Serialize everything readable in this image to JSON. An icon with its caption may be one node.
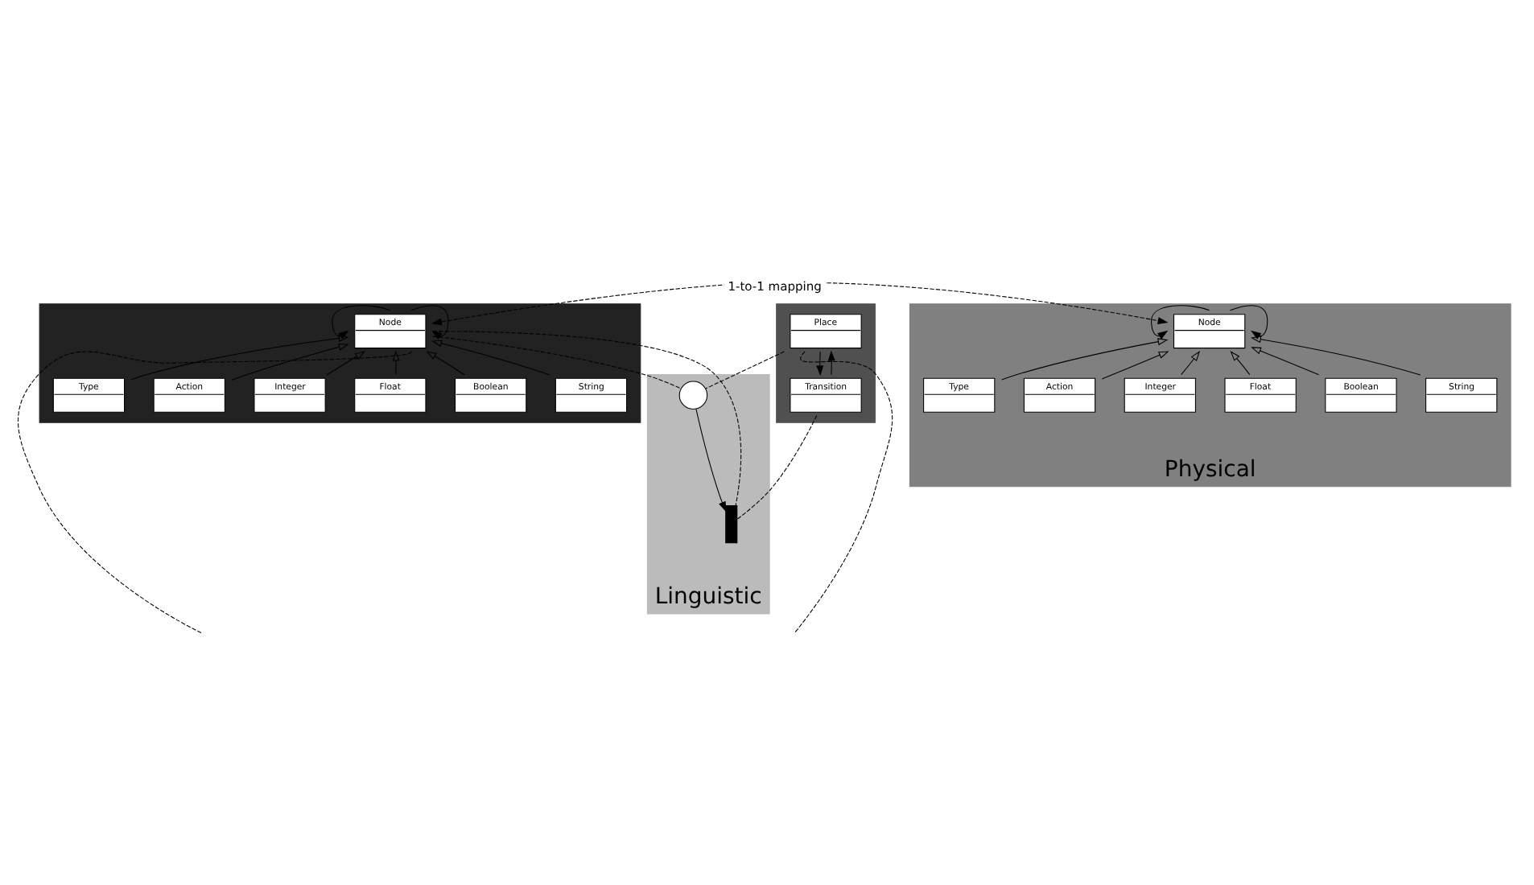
{
  "diagram": {
    "nodes": [
      {
        "text": [],
        "shape": "box"
      },
      {
        "text": [
          "Node"
        ],
        "in": 0
      },
      {
        "text": [
          "Type"
        ],
        "in": 0
      },
      {
        "text": [
          "Action"
        ],
        "in": 0
      },
      {
        "text": [
          "Integer"
        ],
        "in": 0
      },
      {
        "text": [
          "Float"
        ],
        "in": 0
      },
      {
        "text": [
          "Boolean"
        ],
        "in": 0
      },
      {
        "text": [
          "String"
        ],
        "in": 0
      },
      {
        "text": [],
        "shape": "box"
      },
      {
        "text": [
          "Place"
        ],
        "in": 8
      },
      {
        "text": [
          "Transition"
        ],
        "in": 8
      },
      {
        "text": [
          "Physical"
        ]
      },
      {
        "text": [
          "Node"
        ],
        "in": 11
      },
      {
        "text": [
          "Type"
        ],
        "in": 11
      },
      {
        "text": [
          "Action"
        ],
        "in": 11
      },
      {
        "text": [
          "Integer"
        ],
        "in": 11
      },
      {
        "text": [
          "Float"
        ],
        "in": 11
      },
      {
        "text": [
          "Boolean"
        ],
        "in": 11
      },
      {
        "text": [
          "String"
        ],
        "in": 11
      },
      {
        "text": [
          "Linguistic"
        ]
      },
      {
        "text": [],
        "shape": "circle",
        "in": 19
      },
      {
        "text": [],
        "shape": "bar",
        "in": 19
      }
    ],
    "edges": [
      {
        "from": 1,
        "to": 1,
        "arrow": "to"
      },
      {
        "from": 1,
        "to": 1,
        "arrow": "to"
      },
      {
        "from": 2,
        "to": 1,
        "arrow": "to"
      },
      {
        "from": 3,
        "to": 1,
        "arrow": "to"
      },
      {
        "from": 4,
        "to": 1,
        "arrow": "to"
      },
      {
        "from": 5,
        "to": 1,
        "arrow": "to"
      },
      {
        "from": 6,
        "to": 1,
        "arrow": "to"
      },
      {
        "from": 7,
        "to": 1,
        "arrow": "to"
      },
      {
        "from": 9,
        "to": 10,
        "arrow": "to"
      },
      {
        "from": 10,
        "to": 9,
        "arrow": "to"
      },
      {
        "from": 12,
        "to": 12,
        "arrow": "to"
      },
      {
        "from": 12,
        "to": 12,
        "arrow": "to"
      },
      {
        "from": 13,
        "to": 12,
        "arrow": "to"
      },
      {
        "from": 14,
        "to": 12,
        "arrow": "to"
      },
      {
        "from": 15,
        "to": 12,
        "arrow": "to"
      },
      {
        "from": 16,
        "to": 12,
        "arrow": "to"
      },
      {
        "from": 17,
        "to": 12,
        "arrow": "to"
      },
      {
        "from": 18,
        "to": 12,
        "arrow": "to"
      },
      {
        "from": 1,
        "to": 12,
        "arrow": "both",
        "style": "dashed",
        "label": "1-to-1 mapping"
      },
      {
        "from": 20,
        "to": 21,
        "arrow": "to"
      },
      {
        "from": 1,
        "to": 20,
        "arrow": "none",
        "style": "dashed"
      },
      {
        "from": 1,
        "to": 21,
        "arrow": "none",
        "style": "dashed"
      },
      {
        "from": 1,
        "to": null,
        "arrow": "none",
        "style": "dashed"
      },
      {
        "from": 9,
        "to": 20,
        "arrow": "none",
        "style": "dashed"
      },
      {
        "from": 9,
        "to": null,
        "arrow": "none",
        "style": "dashed"
      },
      {
        "from": 10,
        "to": 21,
        "arrow": "none",
        "style": "dashed"
      }
    ]
  }
}
